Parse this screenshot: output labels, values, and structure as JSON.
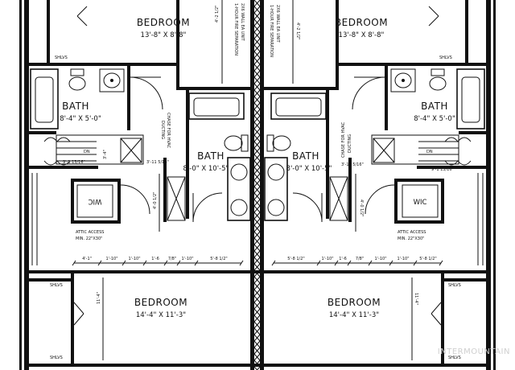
{
  "rooms": {
    "bedroom_top_left": {
      "name": "BEDROOM",
      "dim": "13'-8\" X 8'-8\""
    },
    "bedroom_top_right": {
      "name": "BEDROOM",
      "dim": "13'-8\" X 8'-8\""
    },
    "bedroom_bottom_left": {
      "name": "BEDROOM",
      "dim": "14'-4\" X 11'-3\""
    },
    "bedroom_bottom_right": {
      "name": "BEDROOM",
      "dim": "14'-4\" X 11'-3\""
    },
    "bath_top_left": {
      "name": "BATH",
      "dim": "8'-4\" X 5'-0\""
    },
    "bath_top_right": {
      "name": "BATH",
      "dim": "8'-4\" X 5'-0\""
    },
    "bath_center_left": {
      "name": "BATH",
      "dim": "8'-0\" X 10'-5\""
    },
    "bath_center_right": {
      "name": "BATH",
      "dim": "8'-0\" X 10'-5\""
    },
    "wic_left": {
      "name": "WIC"
    },
    "wic_right": {
      "name": "WIC"
    }
  },
  "labels": {
    "shlvs": "SHLVS",
    "attic_access_1": "ATTIC ACCESS",
    "attic_access_2": "MIN. 22\"X30\"",
    "chase_1": "CHASE FOR HVAC",
    "chase_2": "DUCTING",
    "fire_sep_1": "1-HOUR FIRE SEPARATION",
    "fire_sep_2": "2X6 WALL EA UNIT",
    "dn": "DN"
  },
  "dims": {
    "v_top": "4'-2 1/2\"",
    "v_mid": "4'-0 1/2\"",
    "v_bed": "11'-4\"",
    "stair_left": "9'-1 13/16\"",
    "stair_right": "9'-1 13/16\"",
    "chase_left": "3'-11 5/16\"",
    "chase_right": "3'-11 5/16\"",
    "door_left": "3'-4\"",
    "row_left": [
      "4'-1\"",
      "1'-10\"",
      "1'-10\"",
      "1'-6",
      "7/8\"",
      "1'-10\"",
      "5'-8 1/2\""
    ],
    "row_right": [
      "5'-8 1/2\"",
      "1'-10\"",
      "1'-6",
      "7/8\"",
      "1'-10\"",
      "1'-10\"",
      "5'-8 1/2\""
    ]
  },
  "watermark": "INTERMOUNTAIN"
}
